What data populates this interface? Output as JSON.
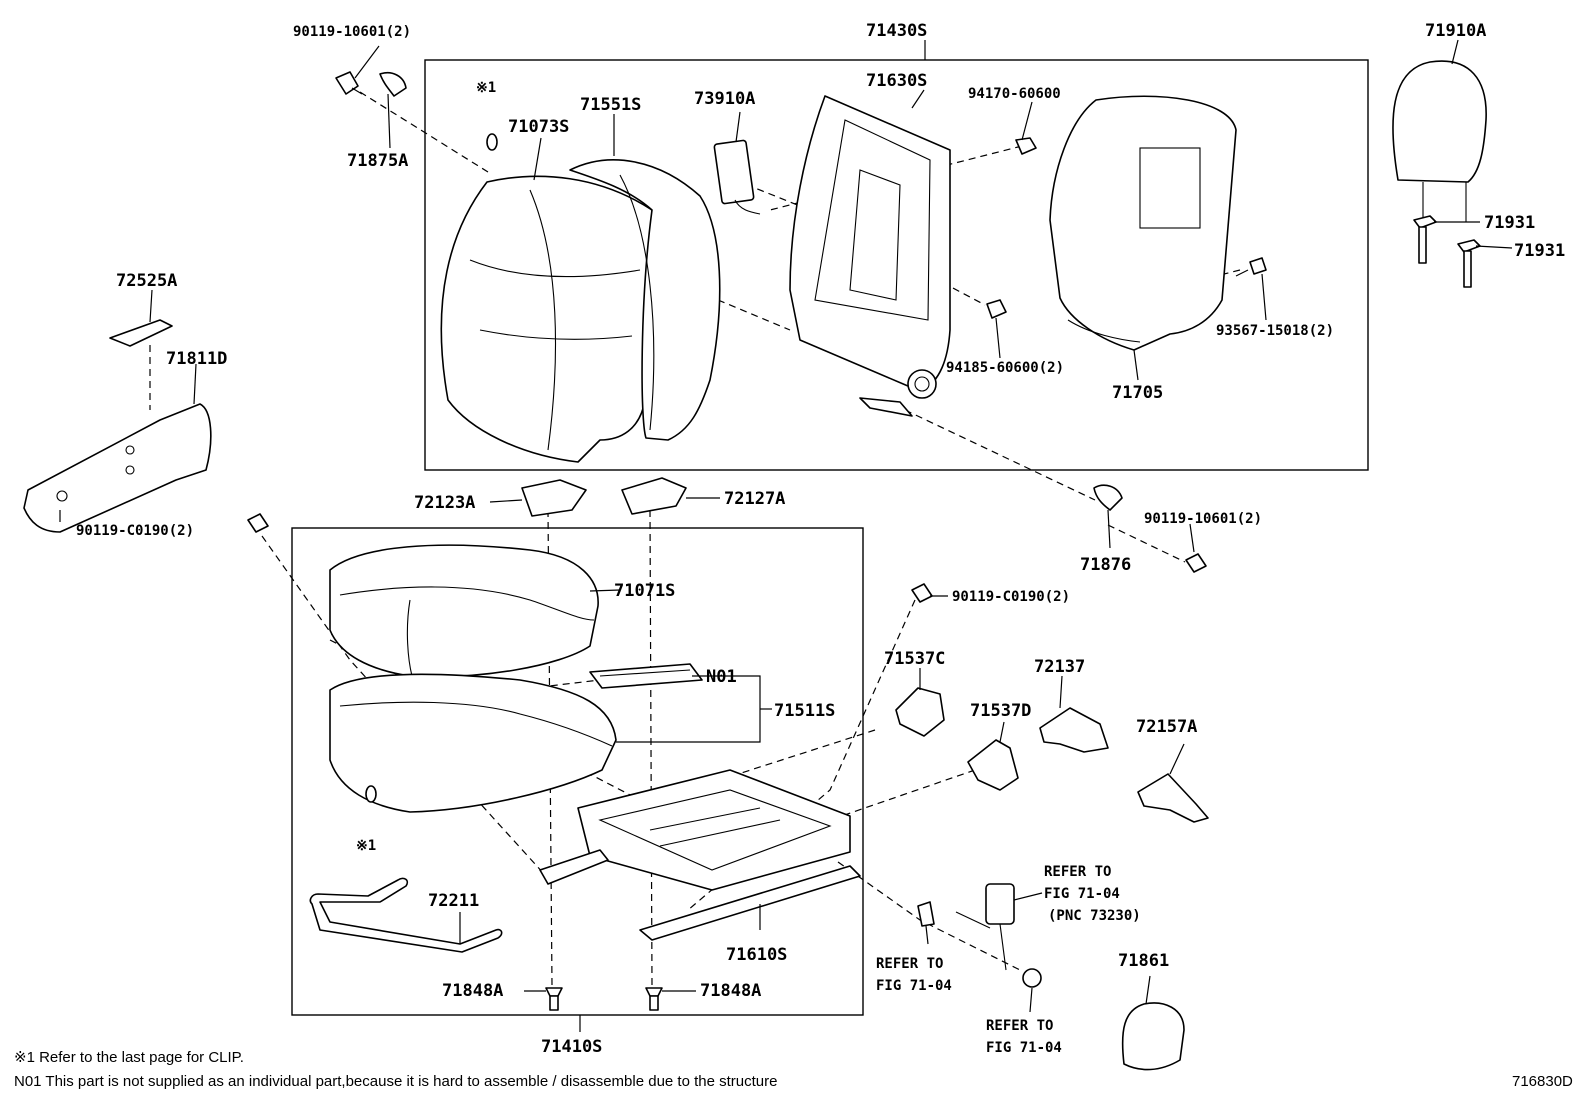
{
  "labels": {
    "p71430S": "71430S",
    "p71910A": "71910A",
    "p90119_10601_top": "90119-10601(2)",
    "p71875A": "71875A",
    "p71630S": "71630S",
    "p94170_60600": "94170-60600",
    "p71073S": "71073S",
    "p71551S": "71551S",
    "p73910A": "73910A",
    "p71931_a": "71931",
    "p71931_b": "71931",
    "p72525A": "72525A",
    "p71811D": "71811D",
    "p93567_15018": "93567-15018(2)",
    "p94185_60600": "94185-60600(2)",
    "p71705": "71705",
    "p72123A": "72123A",
    "p72127A": "72127A",
    "p90119_10601_right": "90119-10601(2)",
    "p90119_C0190_left": "90119-C0190(2)",
    "p71876": "71876",
    "p71071S": "71071S",
    "p90119_C0190_mid": "90119-C0190(2)",
    "p71537C": "71537C",
    "p72137": "72137",
    "pN01": "N01",
    "p71511S": "71511S",
    "p71537D": "71537D",
    "p72157A": "72157A",
    "p72211": "72211",
    "p71610S": "71610S",
    "p71848A_left": "71848A",
    "p71848A_right": "71848A",
    "p71861": "71861",
    "p71410S": "71410S",
    "clip_mark_top": "※1",
    "clip_mark_bottom": "※1"
  },
  "references": {
    "ref_right_1": "REFER TO",
    "ref_right_2": "FIG 71-04",
    "ref_right_3": "(PNC 73230)",
    "ref_mid_1": "REFER TO",
    "ref_mid_2": "FIG 71-04",
    "ref_bottom_1": "REFER TO",
    "ref_bottom_2": "FIG 71-04"
  },
  "footnotes": {
    "note1": "※1 Refer to the last page for CLIP.",
    "note2": "N01 This part is not supplied as an individual part,because it is hard to assemble / disassemble due to the structure"
  },
  "figure_id": "716830D"
}
